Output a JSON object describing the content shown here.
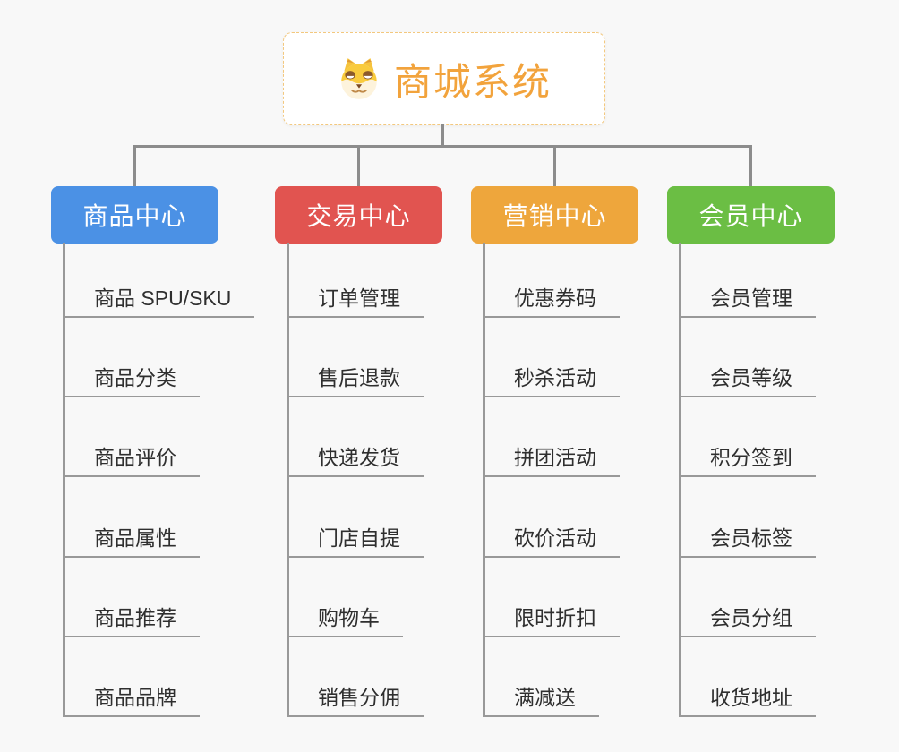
{
  "canvas": {
    "background": "#F8F8F8"
  },
  "connectors": {
    "primary_color": "#8C8C8C",
    "secondary_color": "#999999"
  },
  "root": {
    "label": "商城系统",
    "icon": "shiba-dog-icon",
    "text_color": "#F2A33C",
    "border_color": "#F3C87E"
  },
  "branches": [
    {
      "label": "商品中心",
      "color": "#4B91E5",
      "items": [
        "商品 SPU/SKU",
        "商品分类",
        "商品评价",
        "商品属性",
        "商品推荐",
        "商品品牌"
      ]
    },
    {
      "label": "交易中心",
      "color": "#E15450",
      "items": [
        "订单管理",
        "售后退款",
        "快递发货",
        "门店自提",
        "购物车",
        "销售分佣"
      ]
    },
    {
      "label": "营销中心",
      "color": "#EEA63C",
      "items": [
        "优惠券码",
        "秒杀活动",
        "拼团活动",
        "砍价活动",
        "限时折扣",
        "满减送"
      ]
    },
    {
      "label": "会员中心",
      "color": "#6BBE44",
      "items": [
        "会员管理",
        "会员等级",
        "积分签到",
        "会员标签",
        "会员分组",
        "收货地址"
      ]
    }
  ]
}
